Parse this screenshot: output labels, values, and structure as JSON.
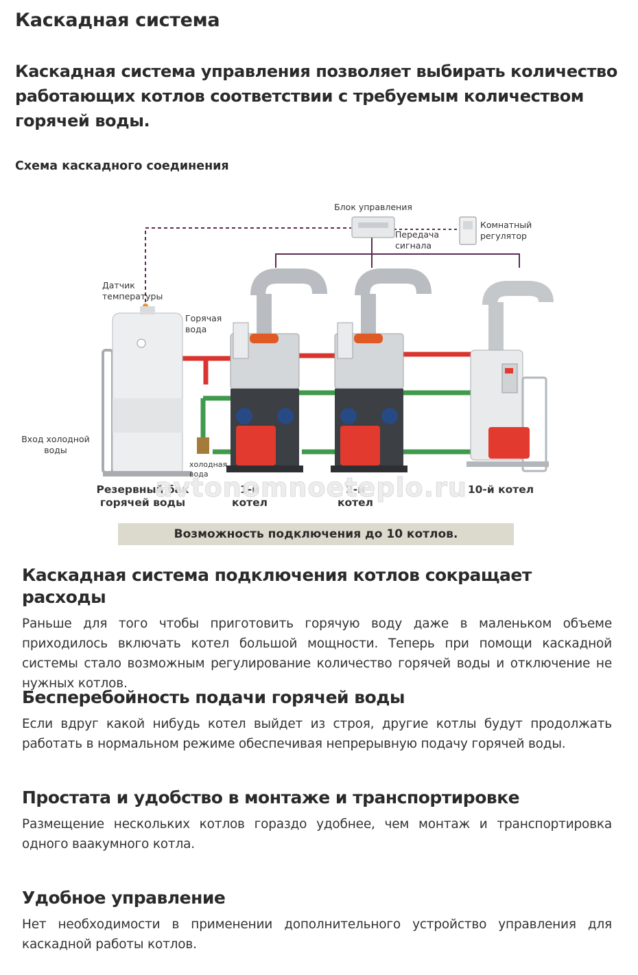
{
  "title": "Каскадная система",
  "lead": "Каскадная система управления позволяет выбирать количество работающих котлов соответствии с требуемым количеством горячей воды.",
  "scheme_title": "Схема каскадного соединения",
  "diagram": {
    "control_unit": "Блок управления",
    "signal": "Передача сигнала",
    "room_regulator": "Комнатный регулятор",
    "temp_sensor": "Датчик температуры",
    "hot_water": "Горячая вода",
    "cold_water_in": "Вход холодной воды",
    "cold_water": "холодная вода",
    "tank": "Резервный бак горячей воды",
    "boiler_1": "1-й котел",
    "boiler_2": "2-й котел",
    "boiler_10": "10-й котел",
    "watermark": "avtonomnoeteplo.ru",
    "colors": {
      "hot_pipe": "#d9342f",
      "cold_pipe": "#3f9a4b",
      "signal_line": "#5b2a52",
      "burner": "#e23a2f"
    }
  },
  "banner": "Возможность подключения до 10 котлов.",
  "sections": [
    {
      "heading": "Каскадная система подключения котлов сокращает  расходы",
      "text": "Раньше для того чтобы приготовить горячую воду даже в маленьком объеме приходилось включать котел большой мощности. Теперь при помощи каскадной системы стало возможным регулирование количество горячей воды и отключение не нужных котлов."
    },
    {
      "heading": "Бесперебойность подачи горячей воды",
      "text": "Если вдруг какой нибудь котел выйдет из строя, другие котлы будут продолжать работать в нормальном режиме обеспечивая непрерывную подачу горячей воды."
    },
    {
      "heading": "Простата и удобство в монтаже и транспортировке",
      "text": "Размещение нескольких котлов гораздо удобнее, чем монтаж и транспортировка одного ваакумного котла."
    },
    {
      "heading": "Удобное управление",
      "text": "Нет необходимости в применении дополнительного устройство управления для каскадной работы котлов."
    }
  ]
}
